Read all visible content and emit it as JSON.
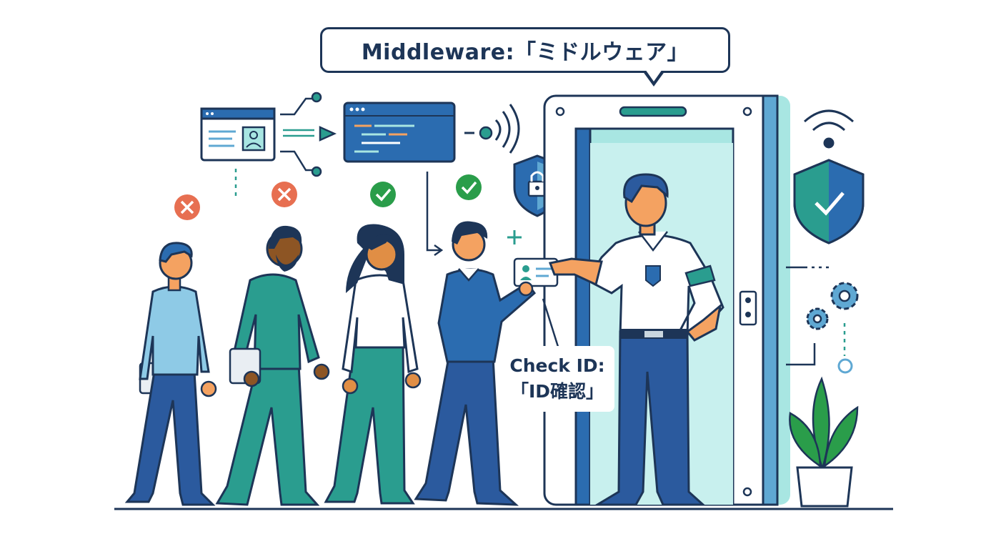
{
  "title_label": "Middleware:「ミドルウェア」",
  "check_label": {
    "line1": "Check ID:",
    "line2": "「ID確認」"
  },
  "people": [
    {
      "status": "rejected",
      "status_icon": "x-icon"
    },
    {
      "status": "rejected",
      "status_icon": "x-icon"
    },
    {
      "status": "approved",
      "status_icon": "check-icon"
    },
    {
      "status": "approved",
      "status_icon": "check-icon"
    }
  ],
  "colors": {
    "outline": "#1d3557",
    "blue": "#2b6cb0",
    "teal": "#2a9d8f",
    "light_teal": "#a8e6e2",
    "reject": "#e76f51",
    "approve": "#2a9d4a"
  }
}
